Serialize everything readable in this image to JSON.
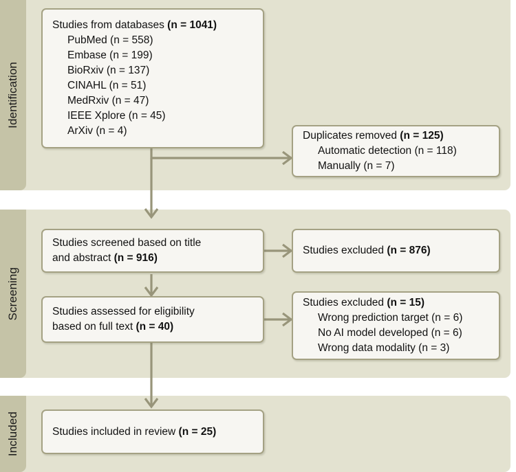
{
  "diagram": {
    "title": "PRISMA study selection flow diagram",
    "colors": {
      "band_background": "#e3e2d0",
      "strip_background": "#c5c3a7",
      "box_background": "#f7f6f2",
      "box_border": "#a4a183",
      "connector": "#98957a",
      "text": "#111111",
      "page_background": "#ffffff"
    }
  },
  "stages": [
    {
      "id": "identification",
      "label": "Identification"
    },
    {
      "id": "screening",
      "label": "Screening"
    },
    {
      "id": "included",
      "label": "Included"
    }
  ],
  "boxes": {
    "databases": {
      "name": "studies-from-databases",
      "lines": [
        {
          "text": "Studies from databases ",
          "bold_tail": "(n = 1041)",
          "indent": false
        },
        {
          "text": "PubMed (n = 558)",
          "bold_tail": "",
          "indent": true
        },
        {
          "text": "Embase (n = 199)",
          "bold_tail": "",
          "indent": true
        },
        {
          "text": "BioRxiv (n = 137)",
          "bold_tail": "",
          "indent": true
        },
        {
          "text": "CINAHL (n = 51)",
          "bold_tail": "",
          "indent": true
        },
        {
          "text": "MedRxiv (n = 47)",
          "bold_tail": "",
          "indent": true
        },
        {
          "text": "IEEE Xplore (n = 45)",
          "bold_tail": "",
          "indent": true
        },
        {
          "text": "ArXiv (n = 4)",
          "bold_tail": "",
          "indent": true
        }
      ]
    },
    "duplicates": {
      "name": "duplicates-removed",
      "lines": [
        {
          "text": "Duplicates removed ",
          "bold_tail": "(n = 125)",
          "indent": false
        },
        {
          "text": "Automatic detection (n = 118)",
          "bold_tail": "",
          "indent": true
        },
        {
          "text": "Manually (n = 7)",
          "bold_tail": "",
          "indent": true
        }
      ]
    },
    "screened": {
      "name": "studies-screened",
      "lines": [
        {
          "text": "Studies screened based on title",
          "bold_tail": "",
          "indent": false
        },
        {
          "text": "and abstract ",
          "bold_tail": "(n = 916)",
          "indent": false
        }
      ]
    },
    "excluded_title": {
      "name": "studies-excluded-title-abstract",
      "lines": [
        {
          "text": "Studies excluded ",
          "bold_tail": "(n = 876)",
          "indent": false
        }
      ]
    },
    "eligibility": {
      "name": "studies-assessed-eligibility",
      "lines": [
        {
          "text": "Studies assessed for eligibility",
          "bold_tail": "",
          "indent": false
        },
        {
          "text": "based on full text ",
          "bold_tail": "(n = 40)",
          "indent": false
        }
      ]
    },
    "excluded_fulltext": {
      "name": "studies-excluded-full-text",
      "lines": [
        {
          "text": "Studies excluded ",
          "bold_tail": "(n = 15)",
          "indent": false
        },
        {
          "text": "Wrong prediction target (n = 6)",
          "bold_tail": "",
          "indent": true
        },
        {
          "text": "No AI model developed (n = 6)",
          "bold_tail": "",
          "indent": true
        },
        {
          "text": "Wrong data modality (n = 3)",
          "bold_tail": "",
          "indent": true
        }
      ]
    },
    "included": {
      "name": "studies-included-in-review",
      "lines": [
        {
          "text": "Studies included in review ",
          "bold_tail": "(n = 25)",
          "indent": false
        }
      ]
    }
  },
  "chart_data": {
    "type": "diagram",
    "title": "PRISMA flow diagram of study selection",
    "nodes": [
      {
        "stage": "Identification",
        "label": "Studies from databases",
        "n": 1041,
        "breakdown": [
          {
            "label": "PubMed",
            "n": 558
          },
          {
            "label": "Embase",
            "n": 199
          },
          {
            "label": "BioRxiv",
            "n": 137
          },
          {
            "label": "CINAHL",
            "n": 51
          },
          {
            "label": "MedRxiv",
            "n": 47
          },
          {
            "label": "IEEE Xplore",
            "n": 45
          },
          {
            "label": "ArXiv",
            "n": 4
          }
        ]
      },
      {
        "stage": "Identification",
        "label": "Duplicates removed",
        "n": 125,
        "breakdown": [
          {
            "label": "Automatic detection",
            "n": 118
          },
          {
            "label": "Manually",
            "n": 7
          }
        ]
      },
      {
        "stage": "Screening",
        "label": "Studies screened based on title and abstract",
        "n": 916,
        "breakdown": []
      },
      {
        "stage": "Screening",
        "label": "Studies excluded",
        "n": 876,
        "breakdown": []
      },
      {
        "stage": "Screening",
        "label": "Studies assessed for eligibility based on full text",
        "n": 40,
        "breakdown": []
      },
      {
        "stage": "Screening",
        "label": "Studies excluded",
        "n": 15,
        "breakdown": [
          {
            "label": "Wrong prediction target",
            "n": 6
          },
          {
            "label": "No AI model developed",
            "n": 6
          },
          {
            "label": "Wrong data modality",
            "n": 3
          }
        ]
      },
      {
        "stage": "Included",
        "label": "Studies included in review",
        "n": 25,
        "breakdown": []
      }
    ],
    "edges": [
      {
        "from": "Studies from databases",
        "to": "Duplicates removed",
        "direction": "right"
      },
      {
        "from": "Studies from databases",
        "to": "Studies screened based on title and abstract",
        "direction": "down"
      },
      {
        "from": "Studies screened based on title and abstract",
        "to": "Studies excluded",
        "direction": "right"
      },
      {
        "from": "Studies screened based on title and abstract",
        "to": "Studies assessed for eligibility based on full text",
        "direction": "down"
      },
      {
        "from": "Studies assessed for eligibility based on full text",
        "to": "Studies excluded",
        "direction": "right"
      },
      {
        "from": "Studies assessed for eligibility based on full text",
        "to": "Studies included in review",
        "direction": "down"
      }
    ]
  }
}
